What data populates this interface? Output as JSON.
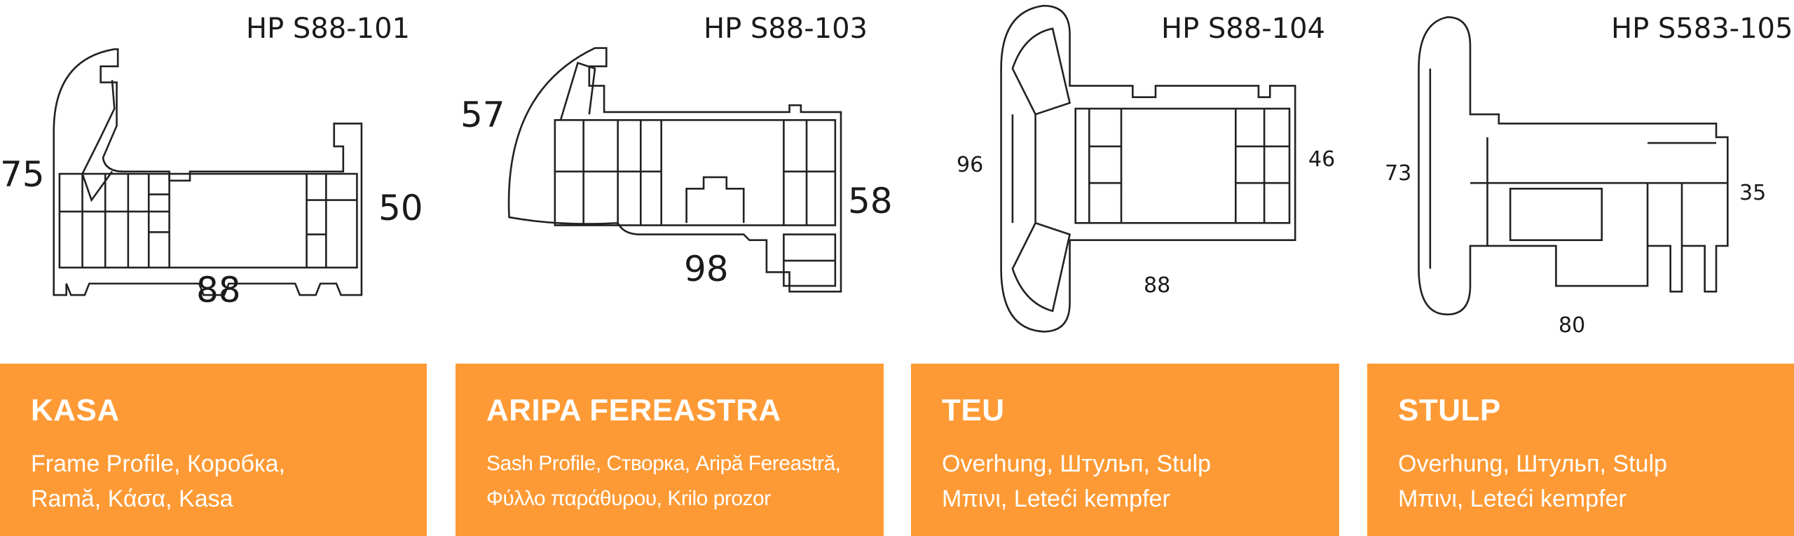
{
  "profiles": [
    {
      "code": "HP S88-101",
      "dimensions": {
        "left": "75",
        "right": "50",
        "bottom": "88"
      },
      "title": "KASA",
      "description": [
        "Frame Profile, Коробка,",
        "Ramă, Κάσα, Kasa"
      ]
    },
    {
      "code": "HP S88-103",
      "dimensions": {
        "left": "57",
        "right": "58",
        "bottom": "98"
      },
      "title": "ARIPA FEREASTRA",
      "description": [
        "Sash Profile, Створка, Aripă Fereastră,",
        "Φύλλο παράθυρου, Krilo prozor"
      ]
    },
    {
      "code": "HP S88-104",
      "dimensions": {
        "left": "96",
        "right": "46",
        "bottom": "88"
      },
      "title": "TEU",
      "description": [
        "Overhung, Штульп, Stulp",
        "Μπινι, Leteći kempfer"
      ]
    },
    {
      "code": "HP S583-105",
      "dimensions": {
        "left": "73",
        "right": "35",
        "bottom": "80"
      },
      "title": "STULP",
      "description": [
        "Overhung, Штульп, Stulp",
        "Μπινι, Leteći kempfer"
      ]
    }
  ],
  "colors": {
    "panel": "#fe9a35",
    "text": "#ffffff",
    "line": "#222222"
  }
}
